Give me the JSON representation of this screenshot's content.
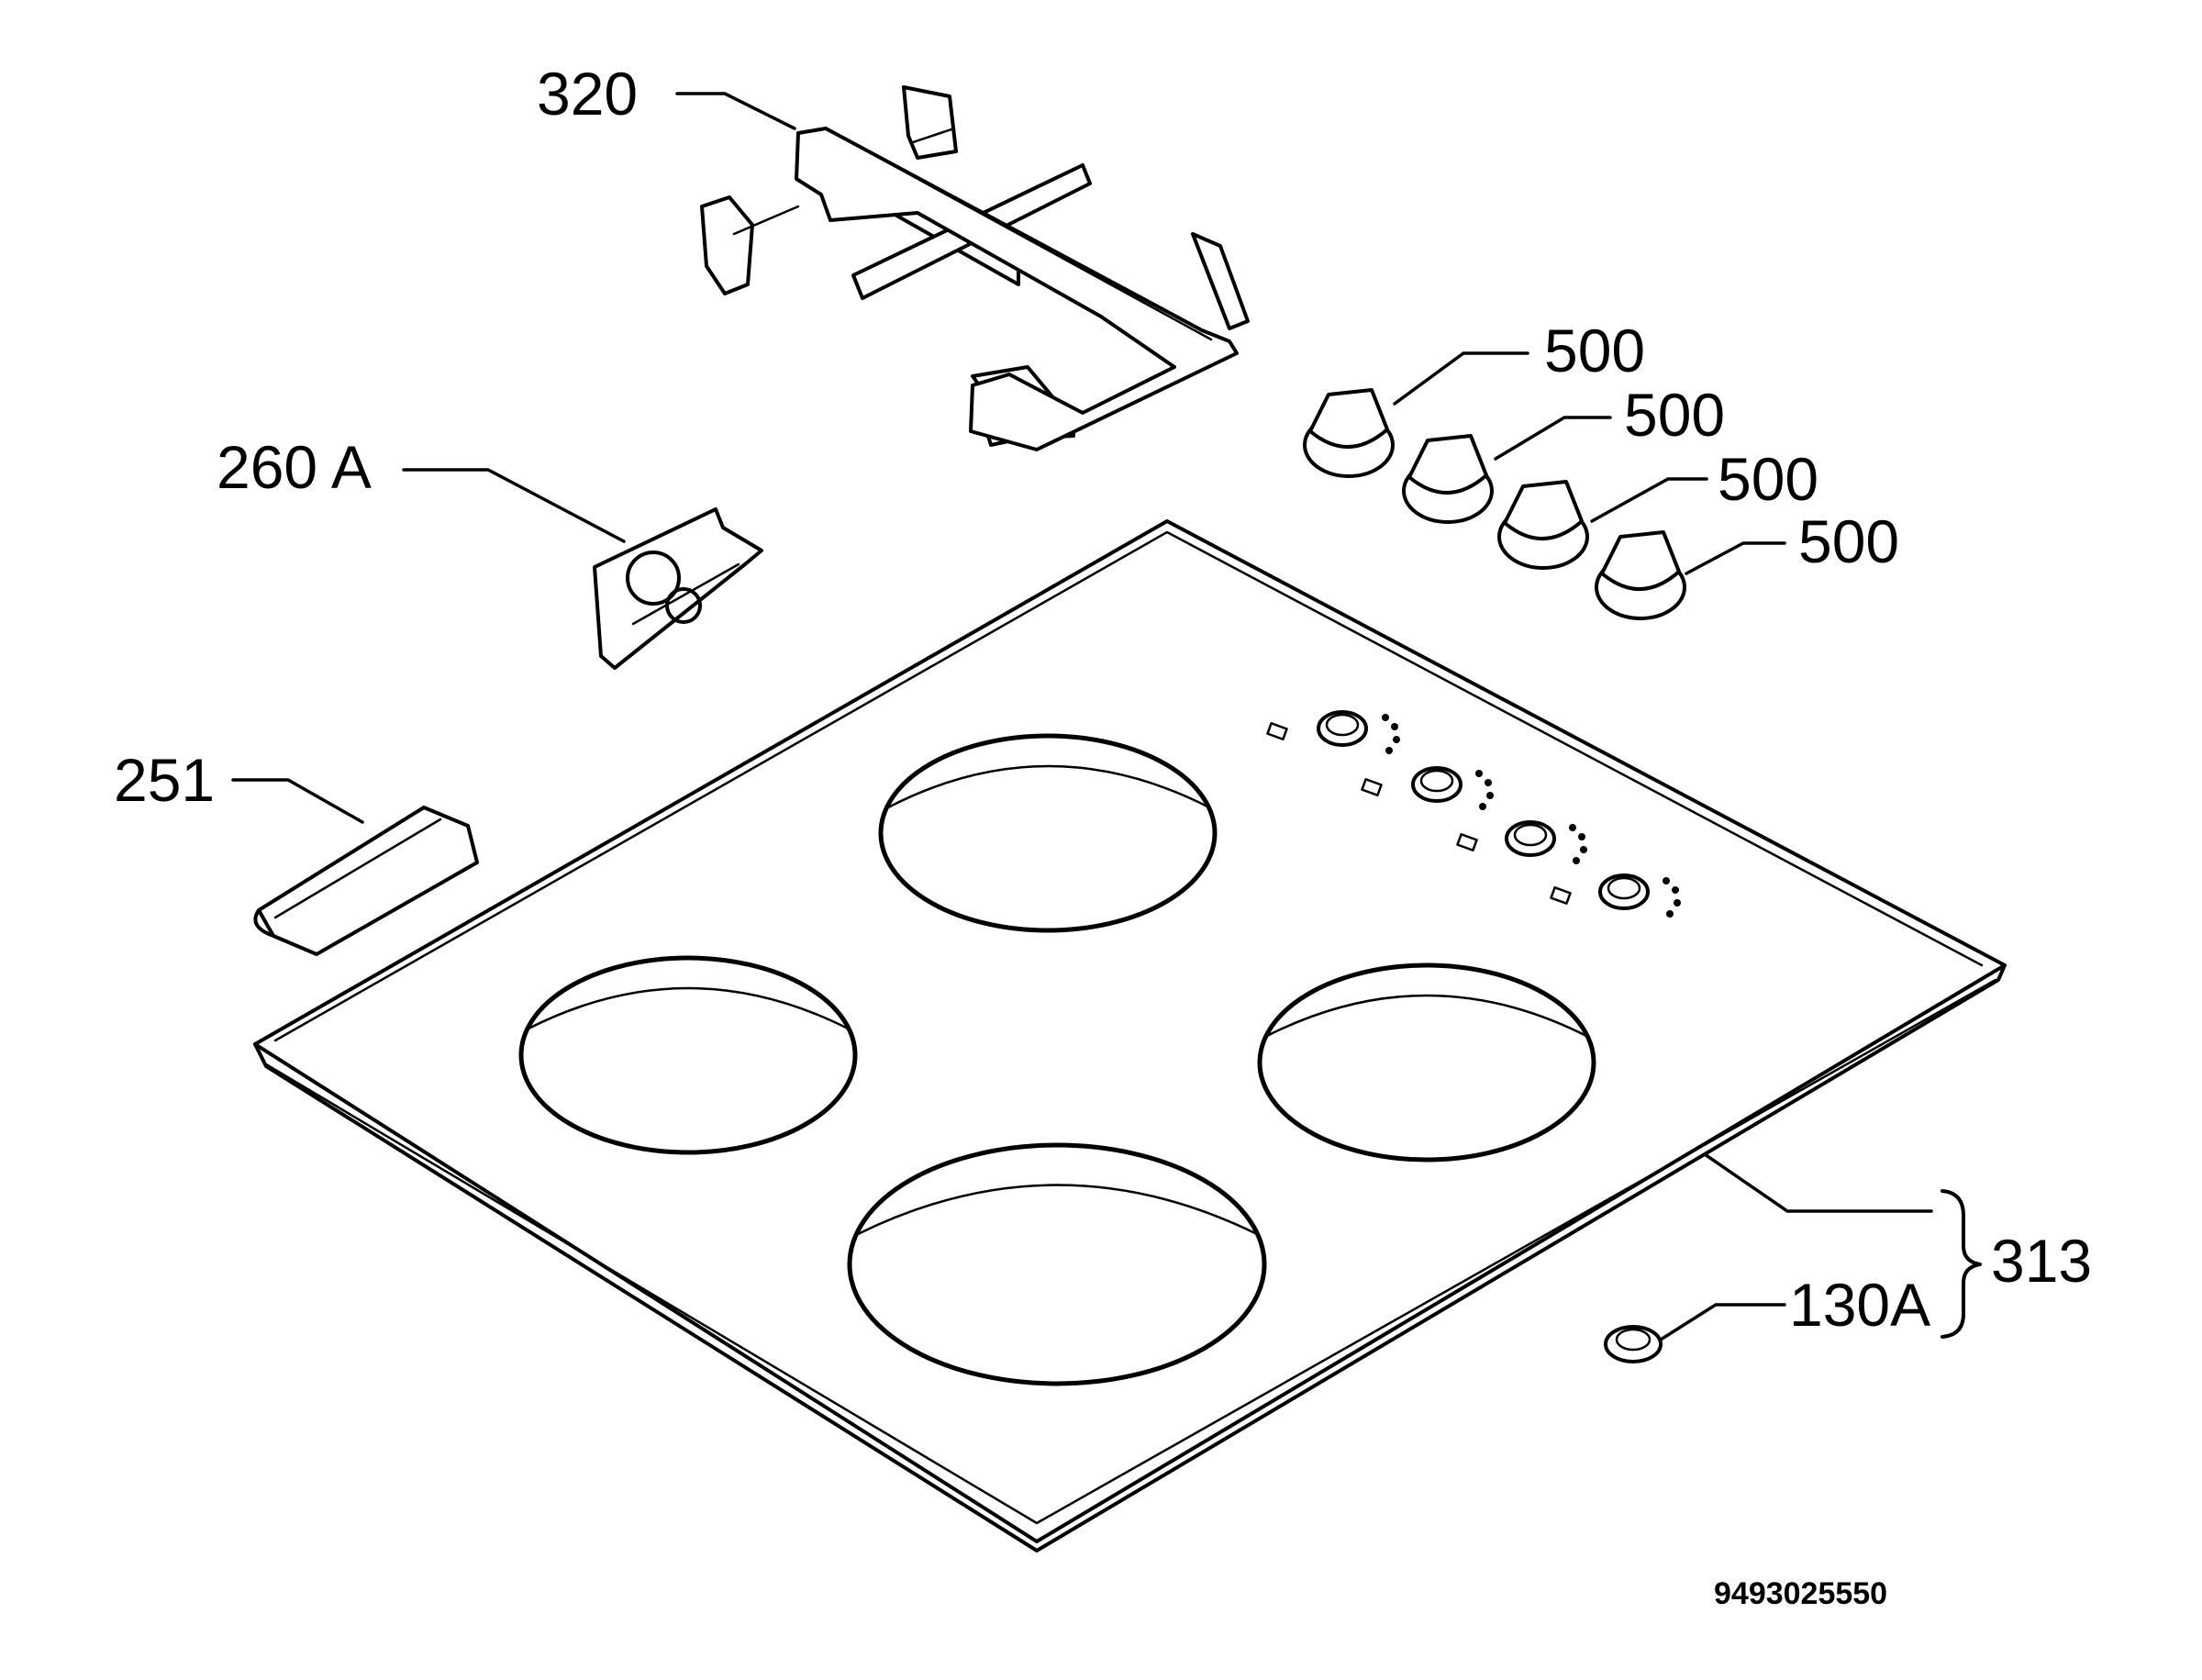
{
  "labels": {
    "grid": "320",
    "bracket": "260 A",
    "clip": "251",
    "knob_1": "500",
    "knob_2": "500",
    "knob_3": "500",
    "knob_4": "500",
    "hob_group": "313",
    "foot": "130A"
  },
  "drawing_number": "9493025550"
}
